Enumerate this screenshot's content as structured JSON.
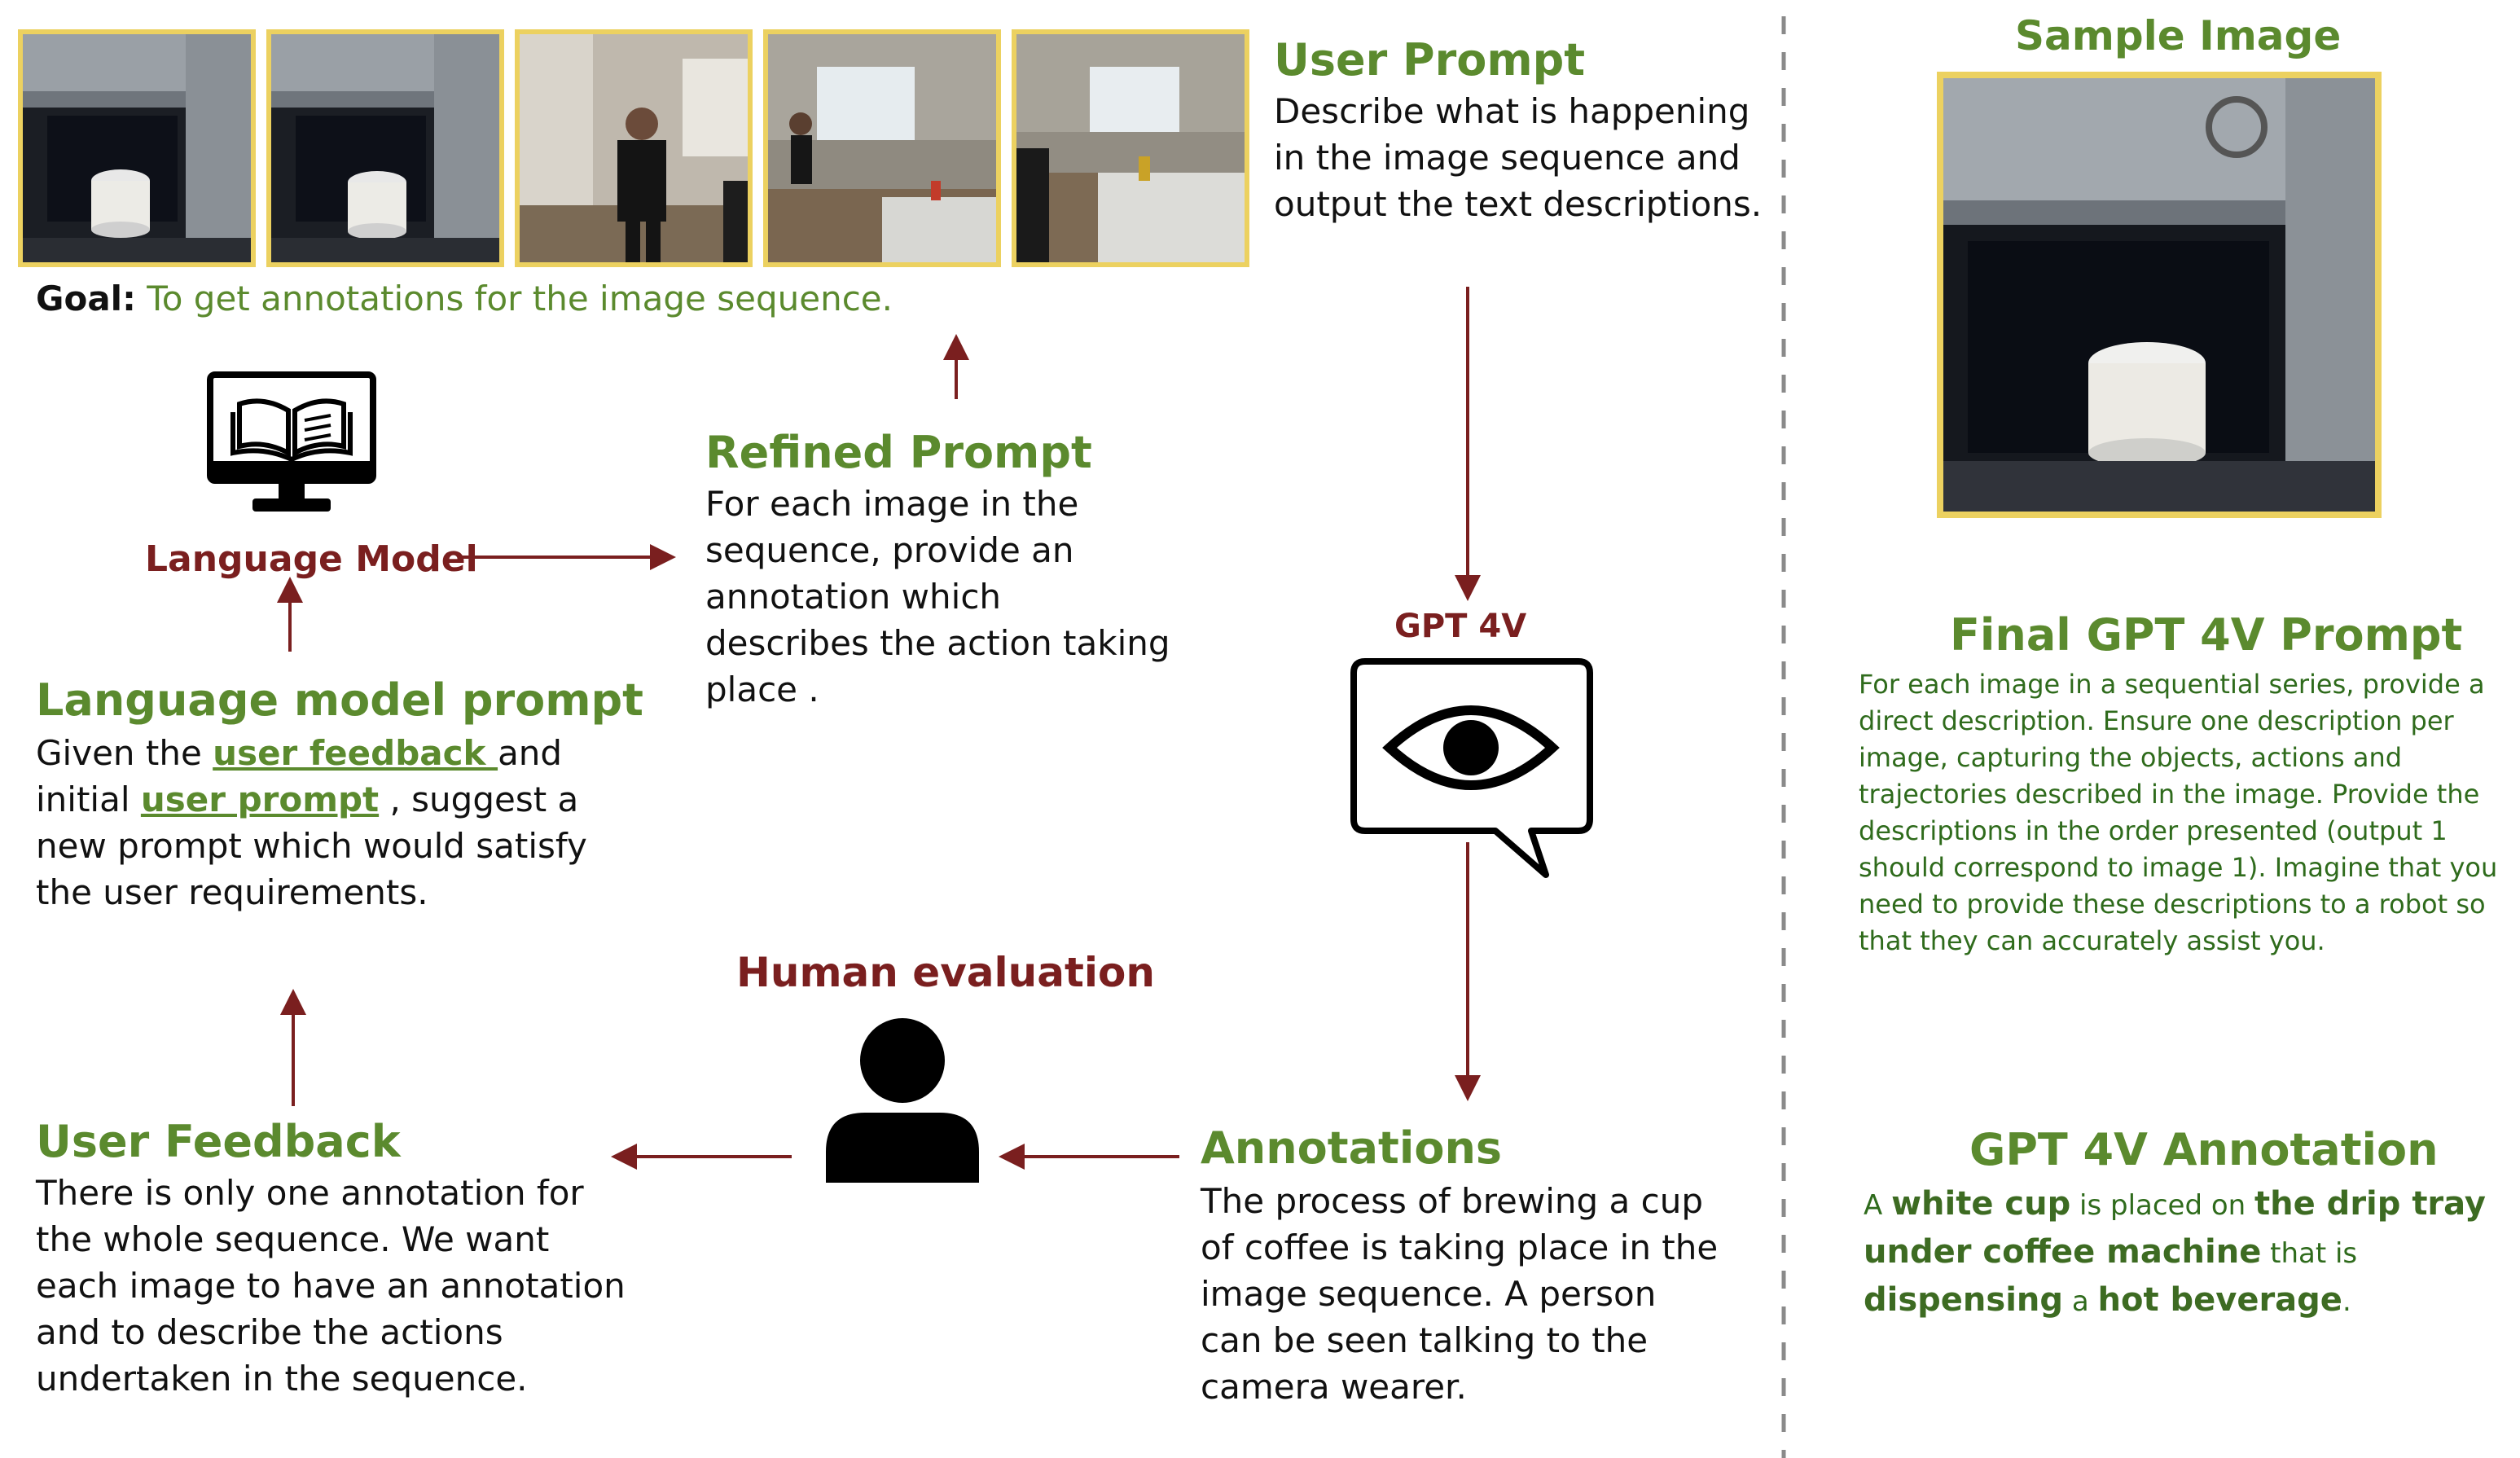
{
  "goal": {
    "label": "Goal:",
    "text": "To get annotations for the image sequence."
  },
  "user_prompt": {
    "title": "User Prompt",
    "lines": [
      "Describe what is happening",
      "in the image sequence and",
      "output the text descriptions."
    ]
  },
  "refined_prompt": {
    "title": "Refined Prompt",
    "lines": [
      "For each image in the",
      "sequence, provide an",
      "annotation which",
      "describes the action taking",
      "place ."
    ]
  },
  "language_model": {
    "label": "Language Model",
    "icon": "monitor-book-icon"
  },
  "language_model_prompt": {
    "title": "Language model prompt",
    "line1_pre": "Given the ",
    "line1_link": "user feedback ",
    "line1_post": " and",
    "line2_pre": "initial ",
    "line2_link": "user prompt",
    "line2_post": " , suggest a",
    "line3": "new prompt which would satisfy",
    "line4": "the user requirements."
  },
  "gpt4v": {
    "label": "GPT 4V",
    "icon": "eye-speech-bubble-icon"
  },
  "human_evaluation": {
    "label": "Human evaluation",
    "icon": "person-icon"
  },
  "user_feedback": {
    "title": "User Feedback",
    "lines": [
      "There is only one annotation for",
      "the whole sequence. We want",
      "each image to have an annotation",
      "and to describe the actions",
      "undertaken in the sequence."
    ]
  },
  "annotations": {
    "title": "Annotations",
    "lines": [
      "The process of brewing a cup",
      "of coffee is taking place in the",
      "image sequence. A person",
      "can be seen talking to the",
      "camera wearer."
    ]
  },
  "sample_image": {
    "title": "Sample Image"
  },
  "final_prompt": {
    "title": "Final GPT 4V Prompt",
    "lines": [
      "For each image in a sequential series, provide a",
      "direct description. Ensure one description per",
      "image, capturing the objects, actions and",
      "trajectories described in the image. Provide the",
      "descriptions in the order presented (output 1",
      "should correspond to image 1). Imagine that you",
      "need to provide these descriptions to a robot so",
      "that they can accurately assist you."
    ]
  },
  "gpt4v_annotation": {
    "title": "GPT 4V Annotation",
    "p1": "A ",
    "b1": "white cup",
    "p2": " is placed on ",
    "b2": "the drip tray",
    "b3": "under  coffee machine",
    "p3": " that is",
    "b4": "dispensing",
    "p4": " a ",
    "b5": "hot beverage",
    "p5": "."
  },
  "colors": {
    "green": "#5b8a2e",
    "maroon": "#7a1f1f",
    "frame": "#ecd160"
  }
}
